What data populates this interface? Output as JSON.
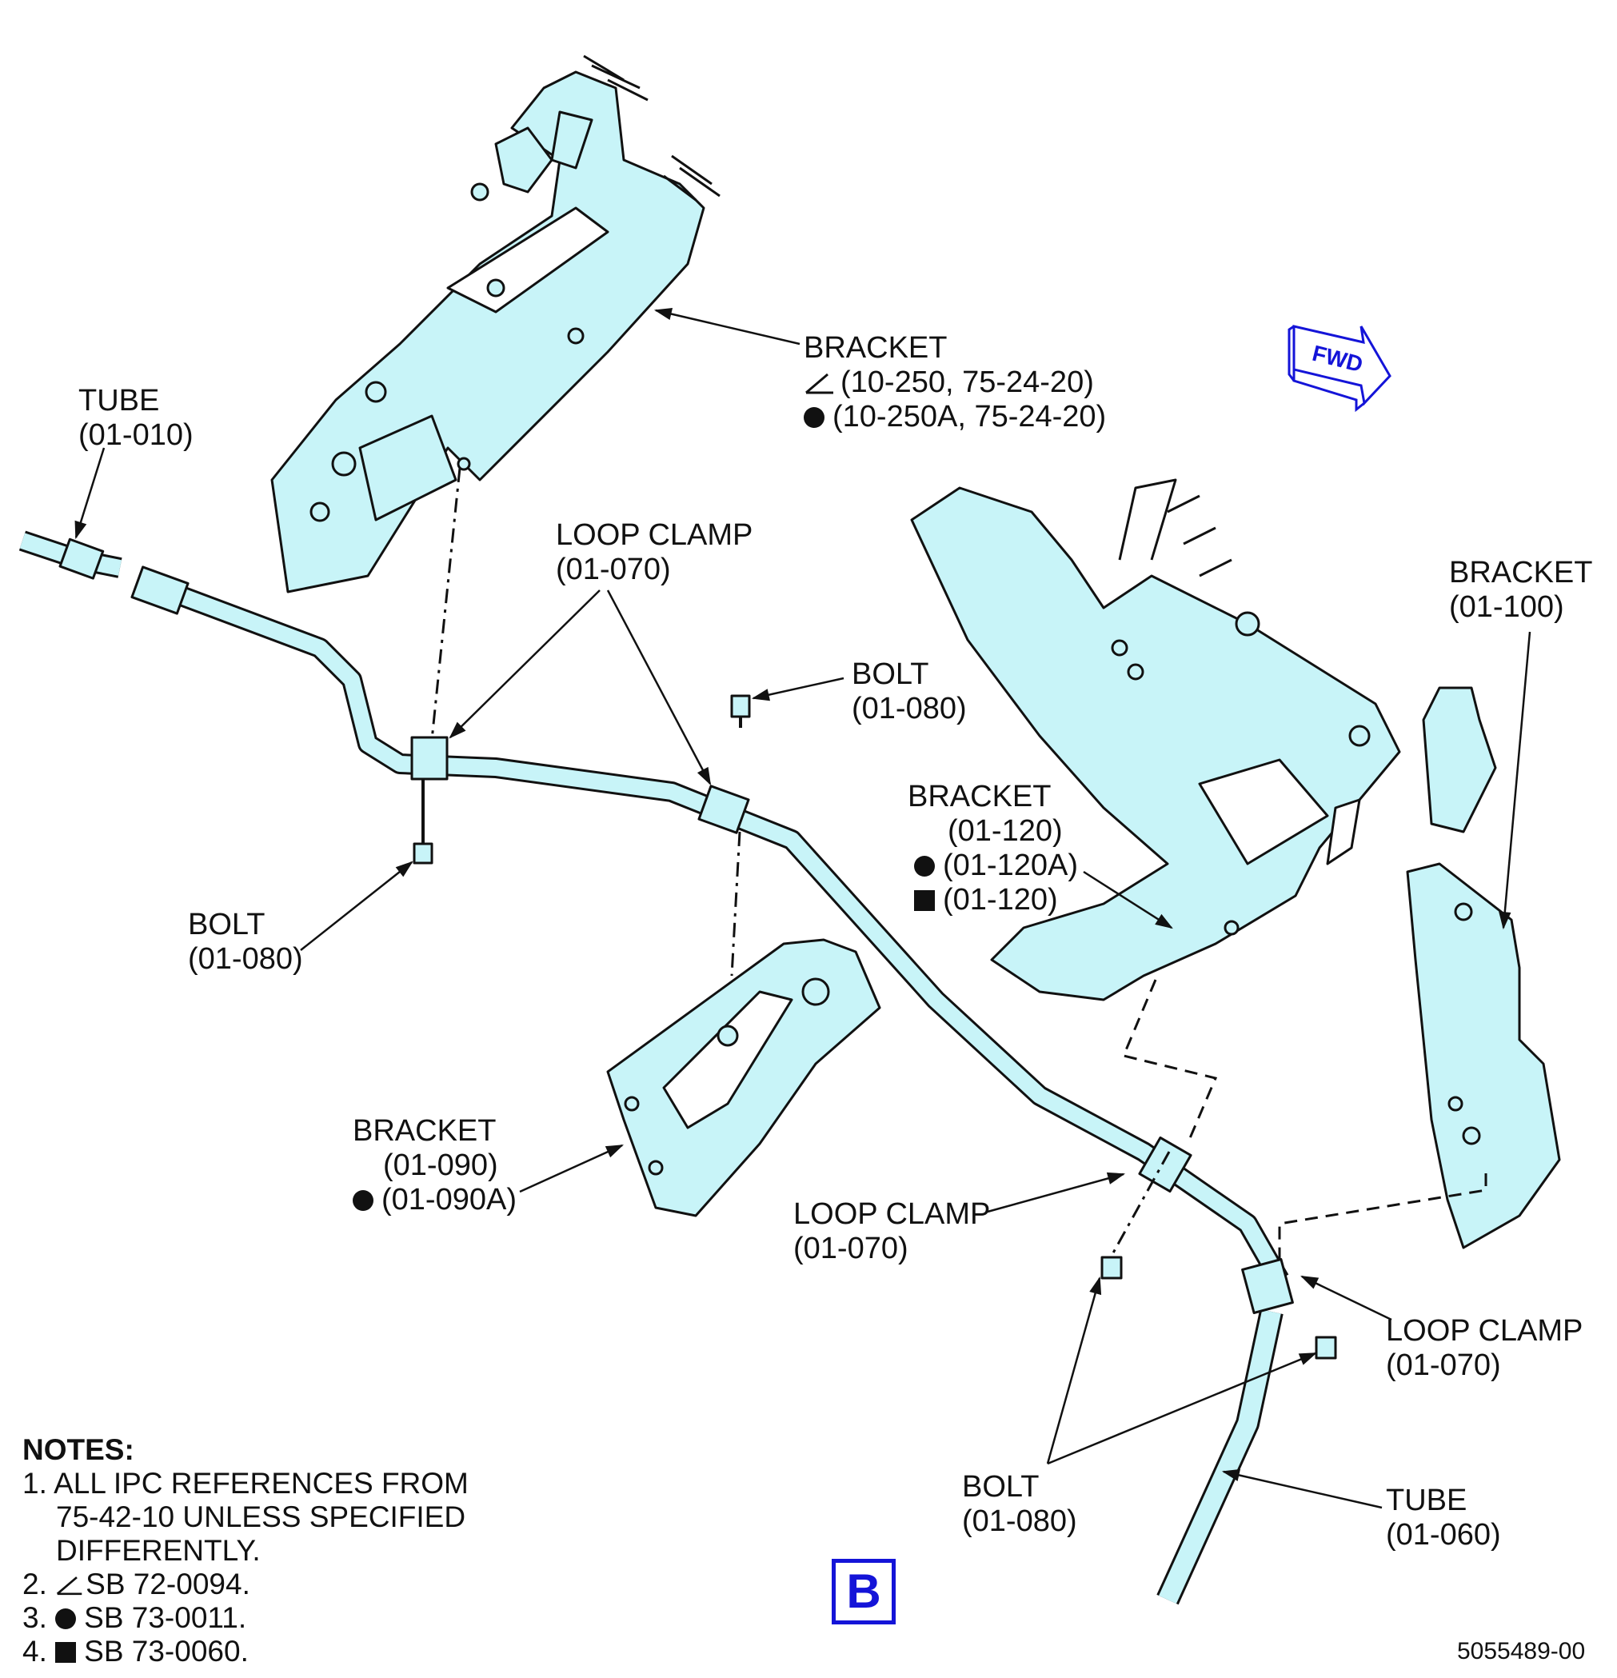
{
  "labels": {
    "tube_top": {
      "name": "TUBE",
      "ref": "(01-010)"
    },
    "bracket_top": {
      "name": "BRACKET",
      "ref_a": "(10-250, 75-24-20)",
      "ref_b": "(10-250A, 75-24-20)"
    },
    "loop_clamp_1": {
      "name": "LOOP CLAMP",
      "ref": "(01-070)"
    },
    "bolt_1": {
      "name": "BOLT",
      "ref": "(01-080)"
    },
    "bolt_2": {
      "name": "BOLT",
      "ref": "(01-080)"
    },
    "bracket_120": {
      "name": "BRACKET",
      "ref_a": "(01-120)",
      "ref_b": "(01-120A)",
      "ref_c": "(01-120)"
    },
    "bracket_100": {
      "name": "BRACKET",
      "ref": "(01-100)"
    },
    "bracket_090": {
      "name": "BRACKET",
      "ref_a": "(01-090)",
      "ref_b": "(01-090A)"
    },
    "loop_clamp_2": {
      "name": "LOOP CLAMP",
      "ref": "(01-070)"
    },
    "loop_clamp_3": {
      "name": "LOOP CLAMP",
      "ref": "(01-070)"
    },
    "bolt_3": {
      "name": "BOLT",
      "ref": "(01-080)"
    },
    "tube_bottom": {
      "name": "TUBE",
      "ref": "(01-060)"
    }
  },
  "fwd_indicator": "FWD",
  "notes": {
    "title": "NOTES:",
    "n1_a": "1. ALL IPC REFERENCES FROM",
    "n1_b": "75-42-10 UNLESS SPECIFIED",
    "n1_c": "DIFFERENTLY.",
    "n2": "2.",
    "n2_text": "SB 72-0094.",
    "n3": "3.",
    "n3_text": "SB 73-0011.",
    "n4": "4.",
    "n4_text": "SB 73-0060."
  },
  "view_label": "B",
  "figure_number": "5055489-00",
  "colors": {
    "part_fill": "#c8f4f8",
    "line": "#111111",
    "view_border": "#1414d8",
    "fwd": "#1414d8"
  }
}
